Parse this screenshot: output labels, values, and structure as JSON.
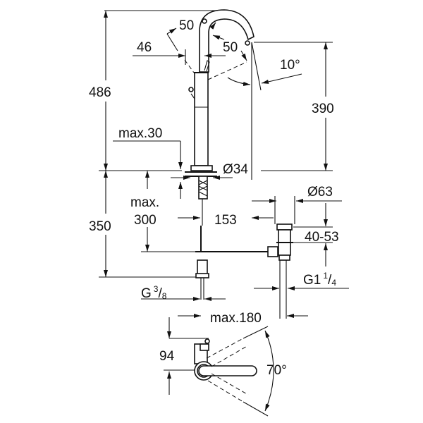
{
  "drawing": {
    "dims": {
      "total_height": "486",
      "spout_height": "390",
      "spout_swivel_left": "50",
      "spout_swivel_right": "50",
      "handle_offset": "46",
      "angle_spout": "10°",
      "max_deck": "max.30",
      "body_diameter": "Ø34",
      "below_deck": "350",
      "max300_line1": "max.",
      "max300_line2": "300",
      "drain_offset": "153",
      "drain_diameter": "Ø63",
      "drain_range": "40-53",
      "drain_thread_main": "G1",
      "drain_thread_num": "1",
      "drain_thread_slash": "/",
      "drain_thread_den": "4",
      "supply_thread_main": "G",
      "supply_thread_num": "3",
      "supply_thread_slash": "/",
      "supply_thread_den": "8",
      "max180": "max.180",
      "handle_depth": "94",
      "handle_angle": "70°"
    }
  }
}
